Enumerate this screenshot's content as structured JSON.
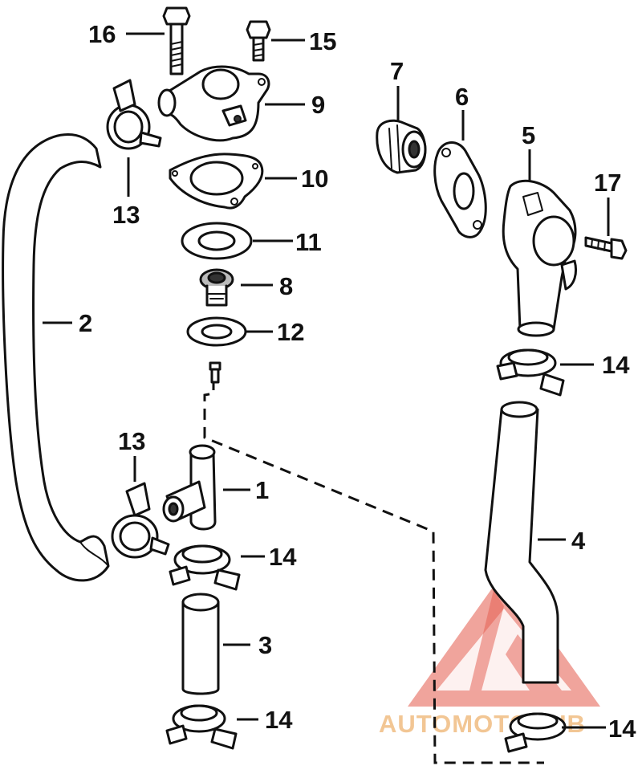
{
  "diagram": {
    "callouts": {
      "c1": "1",
      "c2": "2",
      "c3": "3",
      "c4": "4",
      "c5": "5",
      "c6": "6",
      "c7": "7",
      "c8": "8",
      "c9": "9",
      "c10": "10",
      "c11": "11",
      "c12": "12",
      "c13a": "13",
      "c13b": "13",
      "c14a": "14",
      "c14b": "14",
      "c14c": "14",
      "c14d": "14",
      "c15": "15",
      "c16": "16",
      "c17": "17"
    },
    "watermark": "AUTOMOTOHUB"
  }
}
